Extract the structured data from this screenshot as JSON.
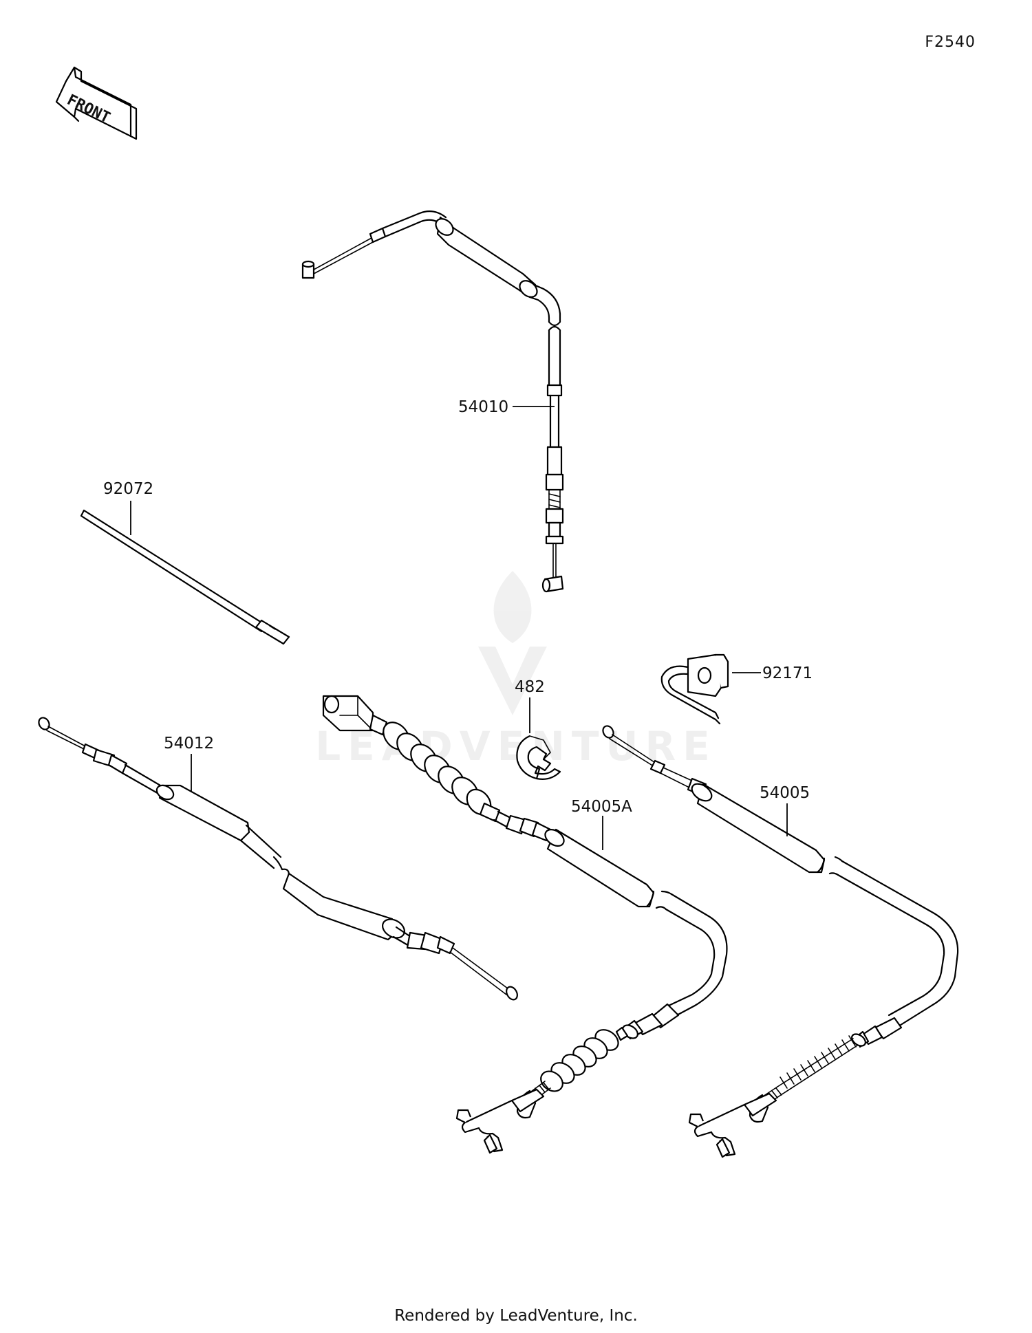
{
  "figure_code": "F2540",
  "front_label": "FRONT",
  "watermark": "LEADVENTURE",
  "parts": [
    {
      "id": "p54010",
      "label": "54010"
    },
    {
      "id": "p92072",
      "label": "92072"
    },
    {
      "id": "p482",
      "label": "482"
    },
    {
      "id": "p92171",
      "label": "92171"
    },
    {
      "id": "p54012",
      "label": "54012"
    },
    {
      "id": "p54005A",
      "label": "54005A"
    },
    {
      "id": "p54005",
      "label": "54005"
    }
  ],
  "footer": "Rendered by LeadVenture, Inc."
}
